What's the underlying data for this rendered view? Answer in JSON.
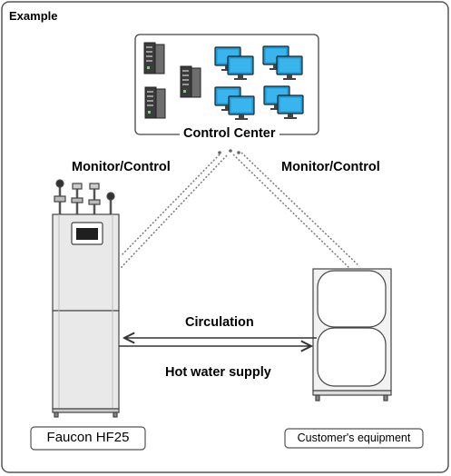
{
  "frame_label": "Example",
  "control_center": {
    "label": "Control Center"
  },
  "links": {
    "left_label": "Monitor/Control",
    "right_label": "Monitor/Control"
  },
  "pipes": {
    "top_label": "Circulation",
    "bottom_label": "Hot water supply"
  },
  "devices": {
    "left_label": "Faucon HF25",
    "right_label": "Customer's equipment"
  },
  "colors": {
    "line": "#3a3a3a",
    "dotted": "#7a7a7a",
    "screen": "#1a9ad6",
    "unit_fill": "#e9e9e9",
    "server": "#3c3c3c"
  }
}
